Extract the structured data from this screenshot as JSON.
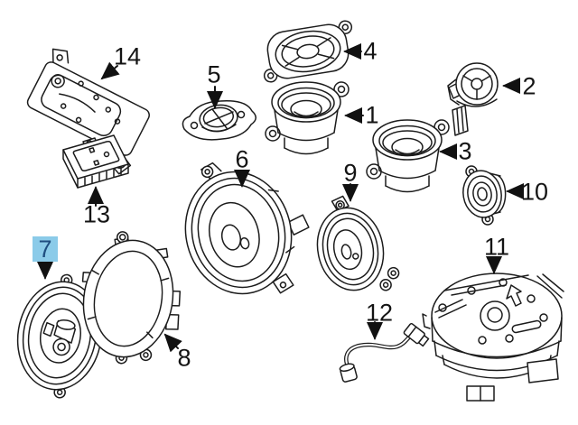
{
  "diagram": {
    "type": "exploded-parts-diagram",
    "subject": "vehicle audio speaker components line drawing",
    "background": "#ffffff",
    "line_color": "#1c1c1c",
    "label_color": "#141414",
    "highlight": {
      "part": "7",
      "badge_bg": "#8bcbe9",
      "badge_text": "#1f4e80"
    },
    "labels": {
      "p1": "1",
      "p2": "2",
      "p3": "3",
      "p4": "4",
      "p5": "5",
      "p6": "6",
      "p7": "7",
      "p8": "8",
      "p9": "9",
      "p10": "10",
      "p11": "11",
      "p12": "12",
      "p13": "13",
      "p14": "14"
    }
  }
}
